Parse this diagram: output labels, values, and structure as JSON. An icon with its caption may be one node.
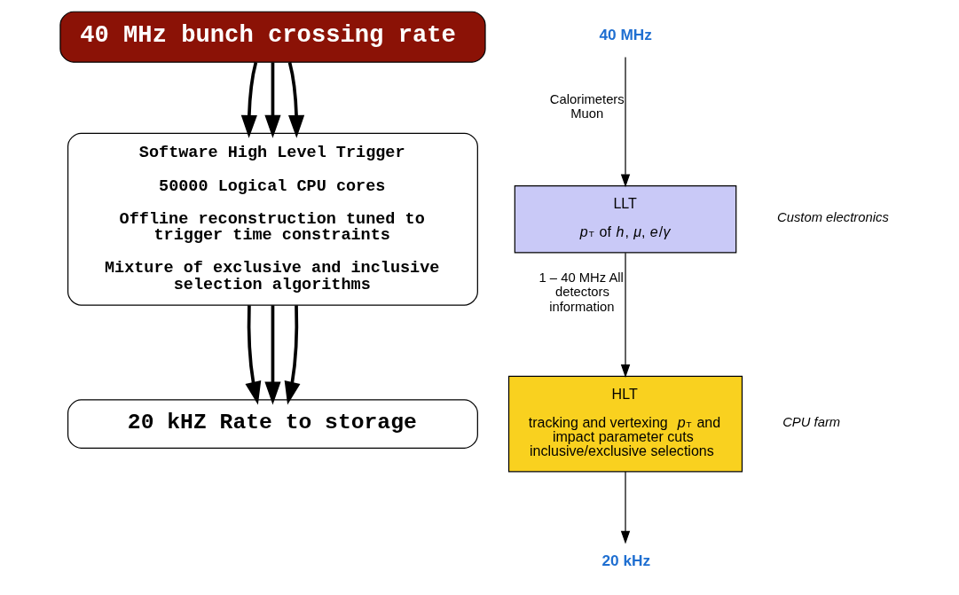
{
  "diagram": {
    "nodes": [
      {
        "text": [
          "40 MHz bunch crossing rate"
        ]
      },
      {
        "text": [
          "Software High Level Trigger",
          "50000 Logical CPU cores",
          "Offline reconstruction tuned to trigger time constraints",
          "Mixture of exclusive and inclusive selection algorithms"
        ]
      },
      {
        "text": [
          "20 kHZ Rate to storage"
        ]
      },
      {
        "text": [
          "40 MHz"
        ]
      },
      {
        "text": [
          "LLT",
          "*p*$_{T}$ of *h*, *μ*, *e*/*γ*"
        ],
        "beside": [
          "Custom electronics"
        ]
      },
      {
        "text": [
          "HLT",
          "tracking and vertexing *p*$_{T}$ and impact parameter cuts inclusive/exclusive selections"
        ],
        "beside": [
          "CPU farm"
        ]
      },
      {
        "text": [
          "20 kHz"
        ]
      }
    ],
    "edges": [
      {
        "from": 0,
        "to": 1,
        "arrow": "to"
      },
      {
        "from": 0,
        "to": 1,
        "arrow": "to"
      },
      {
        "from": 0,
        "to": 1,
        "arrow": "to"
      },
      {
        "from": 1,
        "to": 2,
        "arrow": "to"
      },
      {
        "from": 1,
        "to": 2,
        "arrow": "to"
      },
      {
        "from": 1,
        "to": 2,
        "arrow": "to"
      },
      {
        "from": 3,
        "to": 4,
        "arrow": "to",
        "label": "Calorimeters Muon"
      },
      {
        "from": 4,
        "to": 5,
        "arrow": "to",
        "label": "1 – 40 MHz All detectors information"
      },
      {
        "from": 5,
        "to": 6,
        "arrow": "to"
      }
    ]
  }
}
